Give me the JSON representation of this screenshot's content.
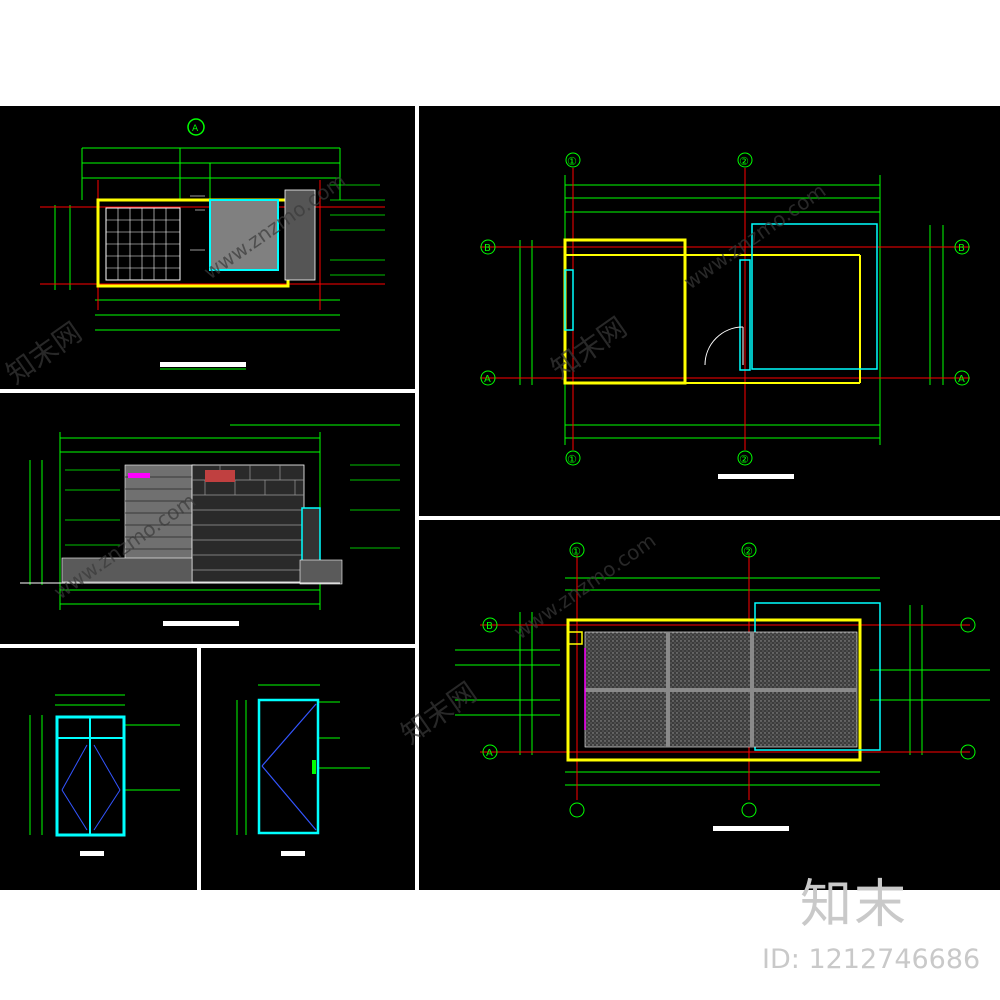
{
  "watermark": {
    "brand": "知末",
    "id_prefix": "ID: ",
    "id_value": "1212746686",
    "tile_text": "www.znzmo.com",
    "tile_text_cn": "知末网"
  },
  "colors": {
    "background": "#000000",
    "dimension": "#00ff00",
    "axis": "#ff0000",
    "wall": "#ffff00",
    "glass": "#00ffff",
    "label": "#ffffff",
    "stone": "#808080",
    "magenta": "#ff00ff",
    "door": "#3355ff"
  },
  "drawings": [
    {
      "key": "floor-plan-a"
    },
    {
      "key": "elevation"
    },
    {
      "key": "window-detail"
    },
    {
      "key": "door-detail"
    },
    {
      "key": "plan-b"
    },
    {
      "key": "plan-c"
    }
  ],
  "grid_labels": {
    "col_1": "①",
    "col_2": "②",
    "row_a": "A",
    "row_b": "B",
    "marker_a": "A"
  }
}
